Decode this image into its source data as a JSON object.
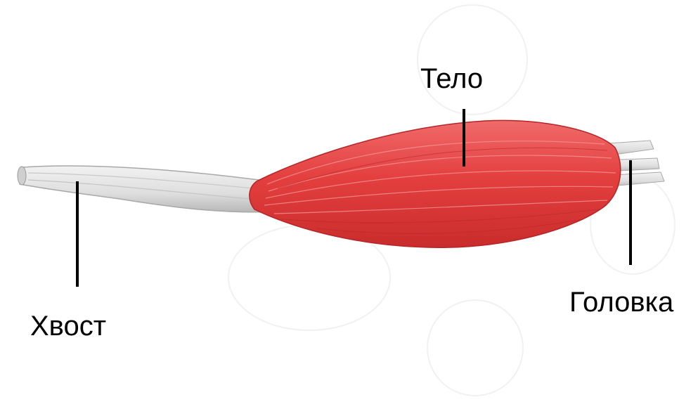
{
  "labels": {
    "body": "Тело",
    "tail": "Хвост",
    "head": "Головка"
  },
  "colors": {
    "muscle": "#e03a3a",
    "muscle_dark": "#c92a2a",
    "muscle_light": "#f07878",
    "tendon": "#e4e4e4",
    "tendon_edge": "#9a9a9a",
    "leader": "#000000"
  }
}
